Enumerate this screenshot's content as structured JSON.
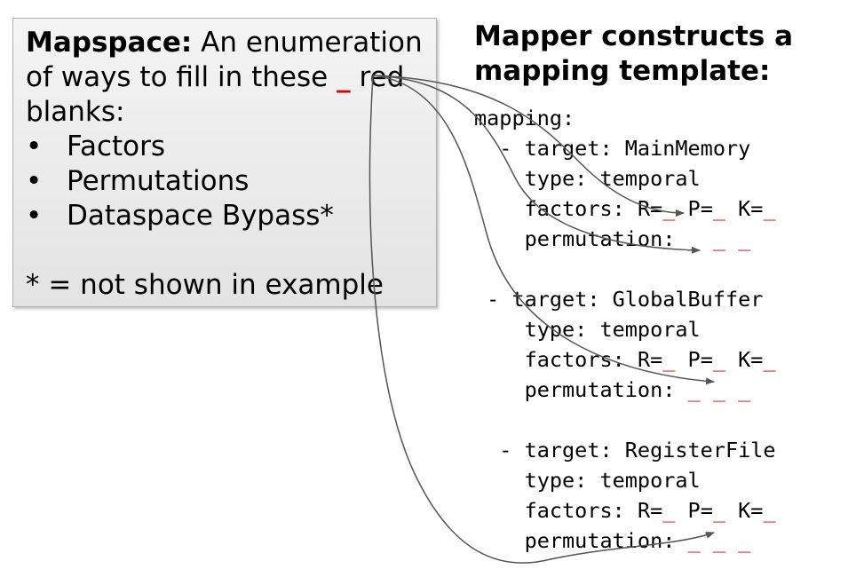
{
  "mapspace": {
    "title_bold": "Mapspace:",
    "intro": " An enumeration of ways to fill in these ",
    "blank": "_",
    "intro_end": " red blanks:",
    "bullets": [
      "Factors",
      "Permutations",
      "Dataspace Bypass*"
    ],
    "footnote": "* = not shown in example"
  },
  "mapper": {
    "title": "Mapper constructs a mapping template:"
  },
  "template": {
    "root": "mapping:",
    "blank": "_",
    "entries": [
      {
        "target_line": "- target: MainMemory",
        "type_line": "type: temporal",
        "factors_label": "factors:",
        "r": "R=",
        "p": "P=",
        "k": "K=",
        "perm_label": "permutation:"
      },
      {
        "target_line": "- target: GlobalBuffer",
        "type_line": "type: temporal",
        "factors_label": "factors:",
        "r": "R=",
        "p": "P=",
        "k": "K=",
        "perm_label": "permutation:"
      },
      {
        "target_line": "- target: RegisterFile",
        "type_line": "type: temporal",
        "factors_label": "factors:",
        "r": "R=",
        "p": "P=",
        "k": "K=",
        "perm_label": "permutation:"
      }
    ]
  },
  "colors": {
    "blank": "#e00000",
    "arrow": "#555555",
    "box_bg": "#ececec"
  }
}
